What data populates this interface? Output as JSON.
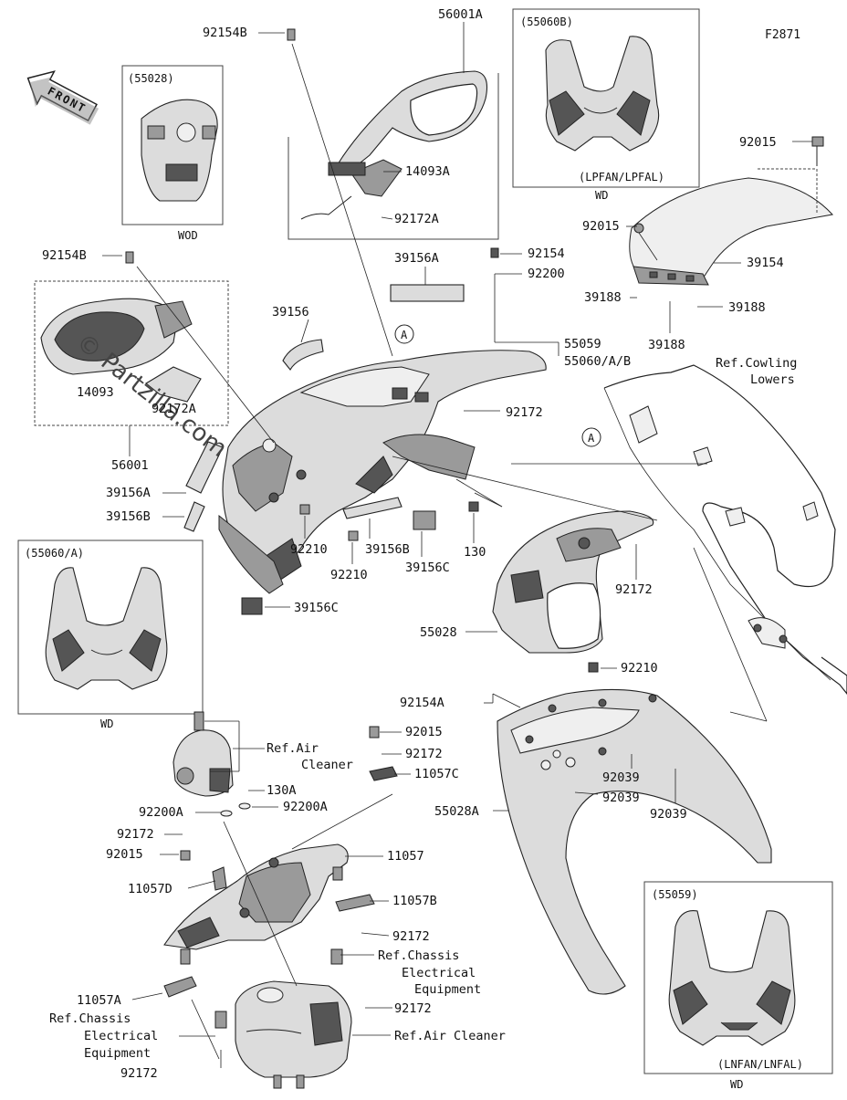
{
  "figure_code": "F2871",
  "front_label": "FRONT",
  "watermark": "© Partzilla.com",
  "inset_boxes": {
    "box_55028": {
      "code": "(55028)",
      "variant": "WOD"
    },
    "box_55060b": {
      "code": "(55060B)",
      "models": "(LPFAN/LPFAL)",
      "variant": "WD"
    },
    "box_55060a": {
      "code": "(55060/A)",
      "variant": "WD"
    },
    "box_55059": {
      "code": "(55059)",
      "models": "(LNFAN/LNFAL)",
      "variant": "WD"
    }
  },
  "labels": {
    "p92154B_top": "92154B",
    "p56001A": "56001A",
    "p14093A": "14093A",
    "p92172A_top": "92172A",
    "p92154B_left": "92154B",
    "p14093_left": "14093",
    "p92172A_left": "92172A",
    "p56001": "56001",
    "p39156A_top": "39156A",
    "p92154": "92154",
    "p92200": "92200",
    "p39156": "39156",
    "p55059": "55059",
    "p55060AB": "55060/A/B",
    "p92172_a": "92172",
    "p92015_top": "92015",
    "p92015_mid": "92015",
    "p39154": "39154",
    "p39188_a": "39188",
    "p39188_b": "39188",
    "p39188_c": "39188",
    "ref_cowling_1": "Ref.Cowling",
    "ref_cowling_2": "Lowers",
    "callout_a1": "A",
    "callout_a2": "A",
    "p39156A_left": "39156A",
    "p39156B_left": "39156B",
    "p92210_a": "92210",
    "p39156B_mid": "39156B",
    "p92210_b": "92210",
    "p39156C_mid": "39156C",
    "p130": "130",
    "p92172_b": "92172",
    "p39156C_left": "39156C",
    "p55028": "55028",
    "p92210_c": "92210",
    "p92154A": "92154A",
    "p92015_low": "92015",
    "p92172_c": "92172",
    "p11057C": "11057C",
    "ref_air_1": "Ref.Air",
    "ref_air_2": "Cleaner",
    "p130A": "130A",
    "p92200A_l": "92200A",
    "p92200A_r": "92200A",
    "p92172_d": "92172",
    "p92015_d": "92015",
    "p11057D": "11057D",
    "p11057": "11057",
    "p11057B": "11057B",
    "p92172_e": "92172",
    "ref_chassis_1a": "Ref.Chassis",
    "ref_chassis_1b": "Electrical",
    "ref_chassis_1c": "Equipment",
    "p11057A": "11057A",
    "ref_chassis_2a": "Ref.Chassis",
    "ref_chassis_2b": "Electrical",
    "ref_chassis_2c": "Equipment",
    "p92172_f": "92172",
    "ref_air_clean": "Ref.Air Cleaner",
    "p92172_g": "92172",
    "p92039_a": "92039",
    "p92039_b": "92039",
    "p92039_c": "92039",
    "p55028A": "55028A"
  },
  "colors": {
    "line": "#222222",
    "fill_light": "#dcdcdc",
    "fill_dark": "#555555"
  }
}
